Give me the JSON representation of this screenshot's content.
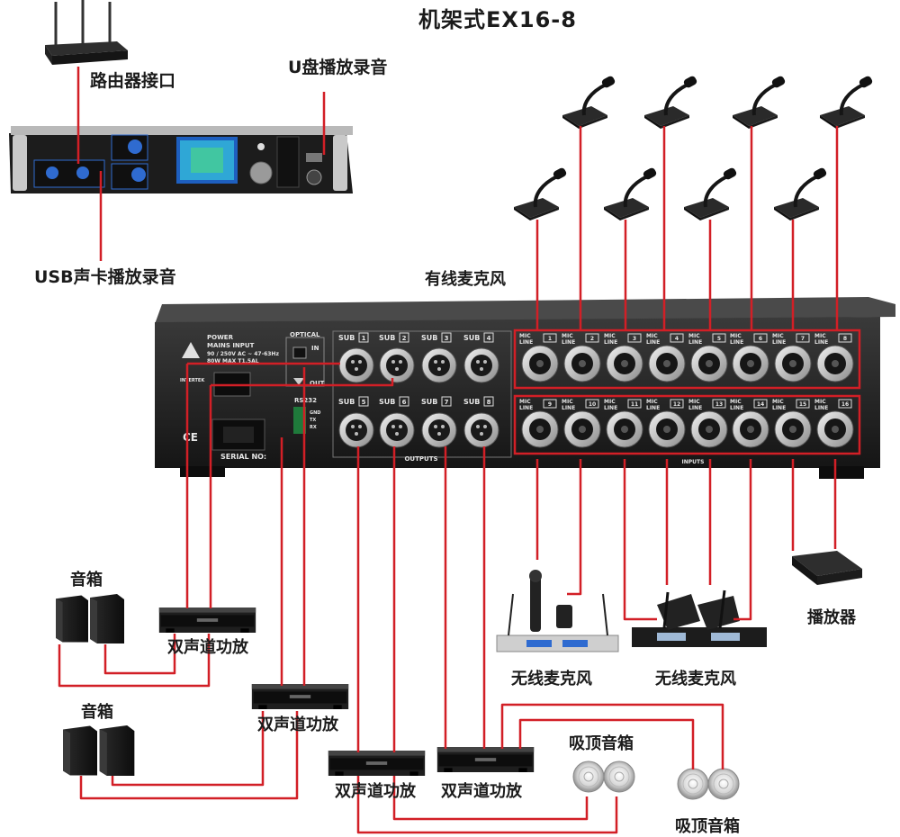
{
  "title": "机架式EX16-8",
  "labels": {
    "router_port": "路由器接口",
    "usb_drive": "U盘播放录音",
    "usb_soundcard": "USB声卡播放录音",
    "wired_mic": "有线麦克风",
    "speaker_1": "音箱",
    "speaker_2": "音箱",
    "amp_1": "双声道功放",
    "amp_2": "双声道功放",
    "amp_3": "双声道功放",
    "amp_4": "双声道功放",
    "ceiling_spk_1": "吸顶音箱",
    "ceiling_spk_2": "吸顶音箱",
    "wireless_mic_1": "无线麦克风",
    "wireless_mic_2": "无线麦克风",
    "player": "播放器"
  },
  "panel": {
    "power": "POWER",
    "mains": "MAINS INPUT",
    "spec1": "90 / 250V AC ~ 47-63Hz",
    "spec2": "80W MAX   T1.5AL",
    "optical": "OPTICAL",
    "opt_in": "IN",
    "opt_out": "OUT",
    "rs232": "RS232",
    "gnd": "GND",
    "tx": "TX",
    "rx": "RX",
    "serial": "SERIAL NO:",
    "outputs": "OUTPUTS",
    "inputs": "INPUTS",
    "sub_prefix": "SUB",
    "sub_ports": [
      "1",
      "2",
      "3",
      "4",
      "5",
      "6",
      "7",
      "8"
    ],
    "mic": "MIC",
    "line": "LINE",
    "mic_ports": [
      "1",
      "2",
      "3",
      "4",
      "5",
      "6",
      "7",
      "8",
      "9",
      "10",
      "11",
      "12",
      "13",
      "14",
      "15",
      "16"
    ],
    "intertek": "INTERTEK",
    "ce": "CE"
  },
  "colors": {
    "wire": "#d21f26",
    "chassis": "#1c1c1c",
    "label": "#1b1b1b"
  }
}
